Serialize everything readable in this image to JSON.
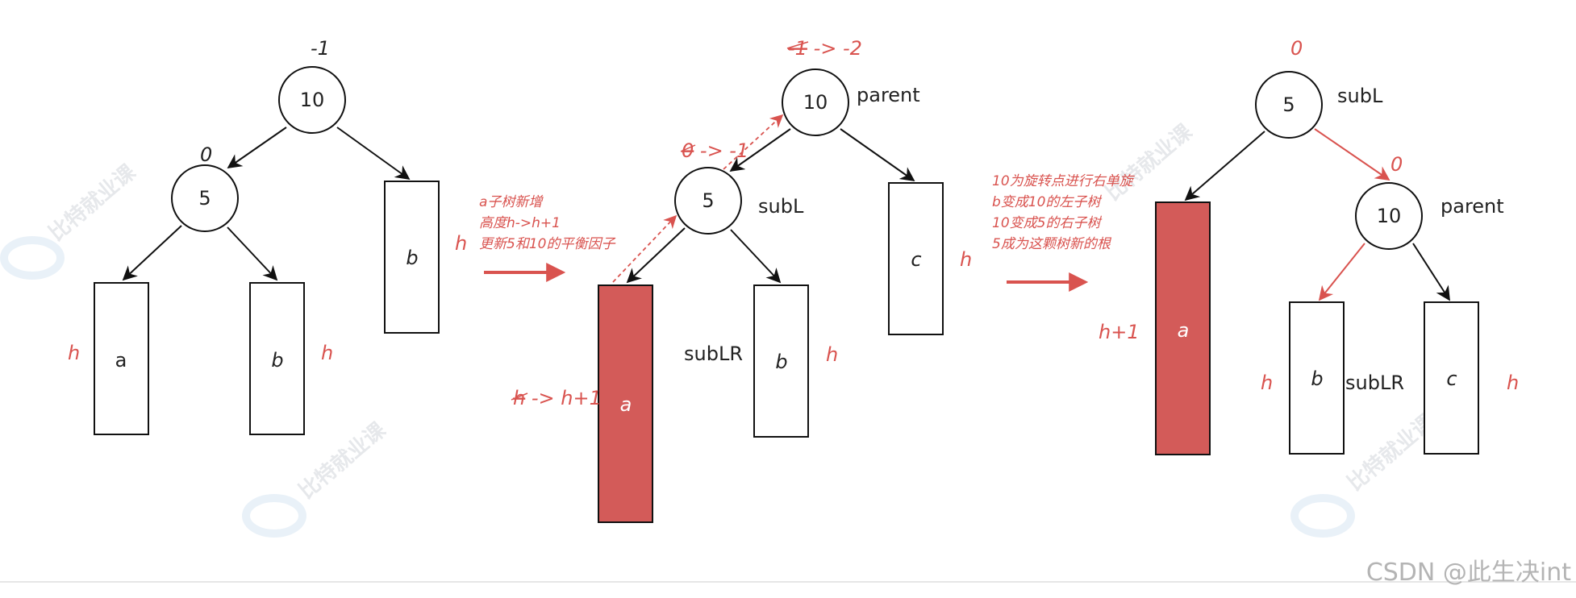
{
  "colors": {
    "accent": "#d9534f",
    "line": "#111111",
    "watermark": "#c9cdd3"
  },
  "panel1": {
    "root": {
      "key": "10",
      "bf": "-1"
    },
    "left": {
      "key": "5",
      "bf": "0"
    },
    "subtrees": {
      "a": "a",
      "b_left": "b",
      "b_right": "b"
    },
    "heights": {
      "a": "h",
      "b_left": "h",
      "b_right": "h"
    }
  },
  "arrow1_notes": [
    "a子树新增",
    "高度h->h+1",
    "更新5和10的平衡因子"
  ],
  "panel2": {
    "root": {
      "key": "10",
      "bf_old": "-1",
      "bf_arrow": " -> -2",
      "name": "parent"
    },
    "left": {
      "key": "5",
      "bf_old": "0",
      "bf_arrow": " -> -1",
      "name": "subL"
    },
    "subtrees": {
      "a": "a",
      "b": "b",
      "c": "c"
    },
    "subLR_label": "subLR",
    "heights": {
      "a_old": "h",
      "a_arrow": " -> h+1",
      "b": "h",
      "c": "h"
    }
  },
  "arrow2_notes": [
    "10为旋转点进行右单旋",
    "b变成10的左子树",
    "10变成5的右子树",
    "5成为这颗树新的根"
  ],
  "panel3": {
    "root": {
      "key": "5",
      "bf": "0",
      "name": "subL"
    },
    "right": {
      "key": "10",
      "bf": "0",
      "name": "parent"
    },
    "subtrees": {
      "a": "a",
      "b": "b",
      "c": "c"
    },
    "subLR_label": "subLR",
    "heights": {
      "a": "h+1",
      "b": "h",
      "c": "h"
    }
  },
  "watermark": "比特就业课",
  "watermark_url": "www.bitejiuyeke.com",
  "credit": "CSDN @此生决int"
}
